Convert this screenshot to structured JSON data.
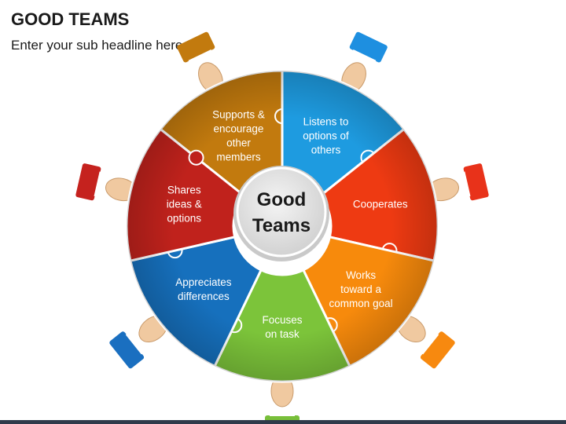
{
  "header": {
    "title": "GOOD TEAMS",
    "subtitle": "Enter your sub headline here"
  },
  "center": {
    "line1": "Good",
    "line2": "Teams"
  },
  "segments": [
    {
      "id": "supports",
      "lines": [
        "Supports &",
        "encourage",
        "other",
        "members"
      ],
      "color": "#c27a0e",
      "hand_color": "#c27a0e"
    },
    {
      "id": "listens",
      "lines": [
        "Listens to",
        "options of",
        "others"
      ],
      "color": "#1e9be0",
      "hand_color": "#1e8fe0"
    },
    {
      "id": "cooperates",
      "lines": [
        "Cooperates"
      ],
      "color": "#ee3a12",
      "hand_color": "#e8321a"
    },
    {
      "id": "works",
      "lines": [
        "Works",
        "toward a",
        "common goal"
      ],
      "color": "#f78a0c",
      "hand_color": "#f7890f"
    },
    {
      "id": "focuses",
      "lines": [
        "Focuses",
        "on task"
      ],
      "color": "#7cc43a",
      "hand_color": "#78bf3a"
    },
    {
      "id": "appreciates",
      "lines": [
        "Appreciates",
        "differences"
      ],
      "color": "#1670bd",
      "hand_color": "#1a6fc0"
    },
    {
      "id": "shares",
      "lines": [
        "Shares",
        "ideas &",
        "options"
      ],
      "color": "#c0221c",
      "hand_color": "#c5221e"
    }
  ]
}
